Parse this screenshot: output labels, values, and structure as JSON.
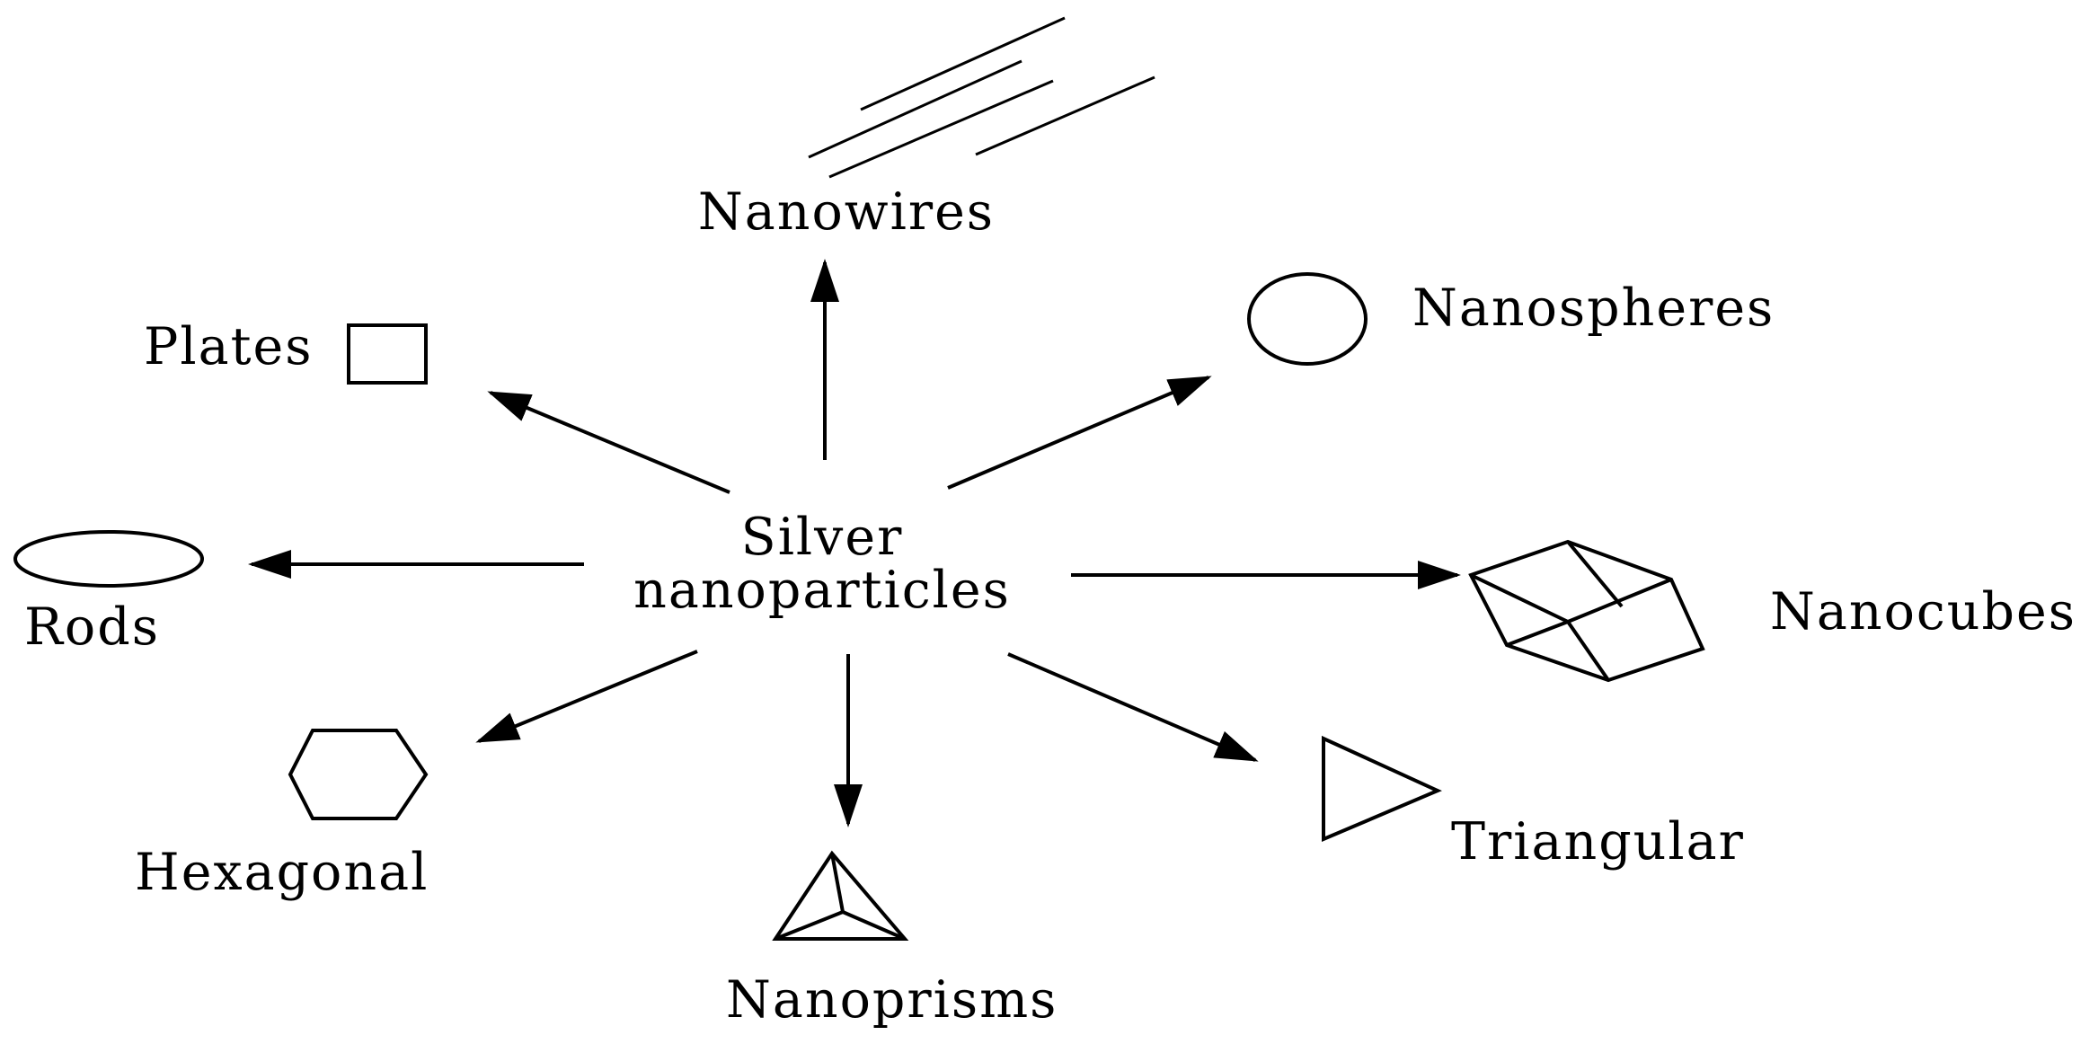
{
  "center": {
    "line1": "Silver",
    "line2": "nanoparticles"
  },
  "nodes": {
    "nanowires": "Nanowires",
    "nanospheres": "Nanospheres",
    "plates": "Plates",
    "rods": "Rods",
    "nanocubes": "Nanocubes",
    "hexagonal": "Hexagonal",
    "nanoprisms": "Nanoprisms",
    "triangular": "Triangular"
  }
}
